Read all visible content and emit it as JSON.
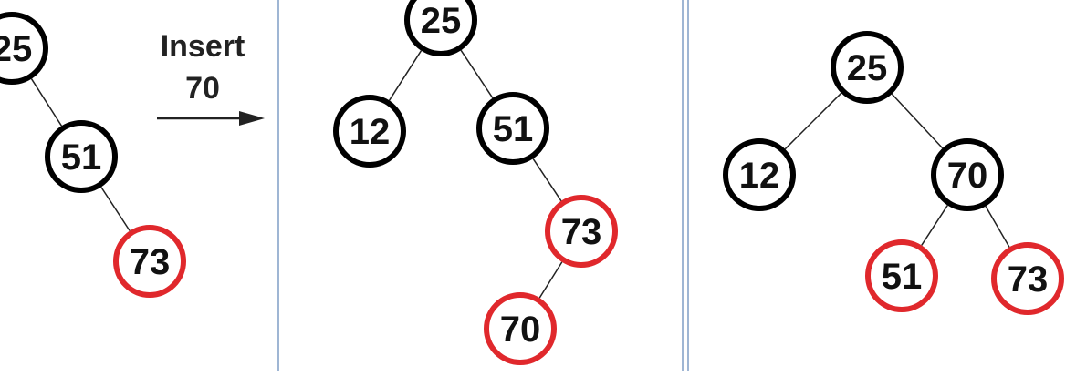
{
  "colors": {
    "black_node": "#000000",
    "red_node": "#e0282c",
    "divider": "#9fb6d4",
    "edge": "#222222"
  },
  "label": {
    "line1": "Insert",
    "line2": "70"
  },
  "panels": [
    {
      "id": "before",
      "nodes": [
        {
          "key": "25",
          "color": "black"
        },
        {
          "key": "51",
          "color": "black"
        },
        {
          "key": "73",
          "color": "red"
        }
      ],
      "edges": [
        [
          "25",
          "51"
        ],
        [
          "51",
          "73"
        ]
      ]
    },
    {
      "id": "after-insert",
      "nodes": [
        {
          "key": "25",
          "color": "black"
        },
        {
          "key": "12",
          "color": "black"
        },
        {
          "key": "51",
          "color": "black"
        },
        {
          "key": "73",
          "color": "red"
        },
        {
          "key": "70",
          "color": "red"
        }
      ],
      "edges": [
        [
          "25",
          "12"
        ],
        [
          "25",
          "51"
        ],
        [
          "51",
          "73"
        ],
        [
          "73",
          "70"
        ]
      ]
    },
    {
      "id": "after-fix",
      "nodes": [
        {
          "key": "25",
          "color": "black"
        },
        {
          "key": "12",
          "color": "black"
        },
        {
          "key": "70",
          "color": "black"
        },
        {
          "key": "51",
          "color": "red"
        },
        {
          "key": "73",
          "color": "red"
        }
      ],
      "edges": [
        [
          "25",
          "12"
        ],
        [
          "25",
          "70"
        ],
        [
          "70",
          "51"
        ],
        [
          "70",
          "73"
        ]
      ]
    }
  ]
}
